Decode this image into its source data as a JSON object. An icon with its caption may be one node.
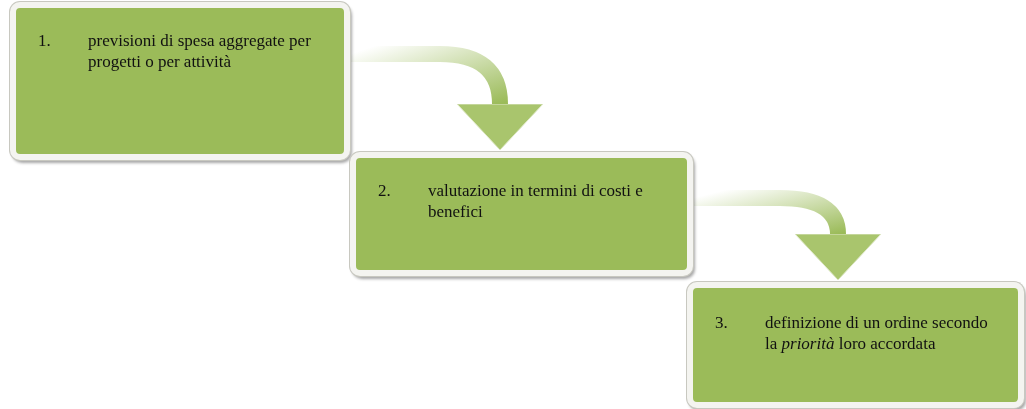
{
  "diagram": {
    "nodes": [
      {
        "text": [
          "1.",
          "previsioni di spesa aggregate per progetti o per attività"
        ]
      },
      {
        "text": [
          "2.",
          "valutazione in termini di costi e benefici"
        ]
      },
      {
        "text": [
          "3.",
          "definizione di un ordine secondo la *priorità* loro accordata"
        ]
      }
    ],
    "edges": [
      {
        "from": 0,
        "to": 1,
        "arrow": "to"
      },
      {
        "from": 1,
        "to": 2,
        "arrow": "to"
      }
    ]
  }
}
